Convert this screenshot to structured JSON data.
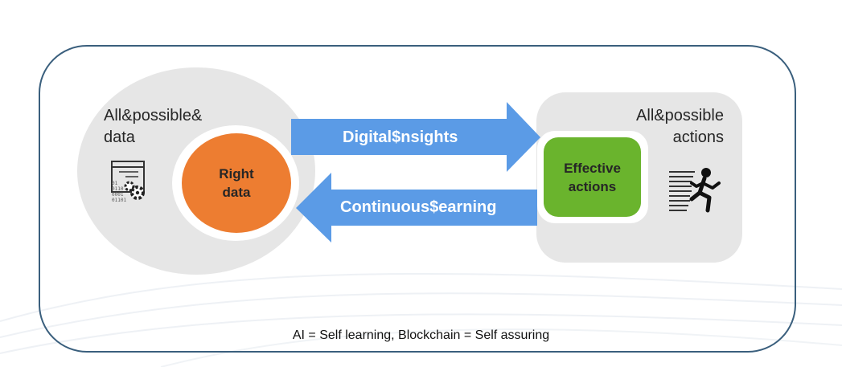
{
  "diagram": {
    "left_group": {
      "label_line1": "All&possible&",
      "label_line2": "data"
    },
    "right_group": {
      "label_line1": "All&possible",
      "label_line2": "actions"
    },
    "center_left": {
      "line1": "Right",
      "line2": "data"
    },
    "center_right": {
      "line1": "Effective",
      "line2": "actions"
    },
    "arrow_forward": {
      "label": "Digital$nsights"
    },
    "arrow_backward": {
      "label": "Continuous$earning"
    },
    "caption": "AI = Self learning, Blockchain = Self assuring"
  },
  "colors": {
    "frame": "#3a5f7d",
    "group_fill": "#e6e6e6",
    "right_data": "#ed7d31",
    "effective_actions": "#6ab42d",
    "arrow": "#5b9be6"
  },
  "icons": {
    "data_icon": "data-settings-icon",
    "action_icon": "running-person-icon"
  }
}
